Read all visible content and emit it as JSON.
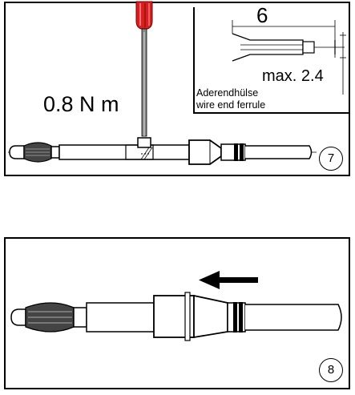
{
  "panel_7": {
    "torque_label": "0.8 N m",
    "step_number": "7",
    "inset": {
      "dimension_length": "6",
      "dimension_max": "max. 2.4",
      "ferrule_label_de": "Aderendhülse",
      "ferrule_label_en": "wire end ferrule"
    }
  },
  "panel_8": {
    "step_number": "8"
  },
  "colors": {
    "screwdriver_handle": "#d42020",
    "outline": "#000000",
    "background": "#ffffff"
  },
  "icons": [
    "screwdriver-icon",
    "arrow-left-icon",
    "banana-plug-icon"
  ]
}
